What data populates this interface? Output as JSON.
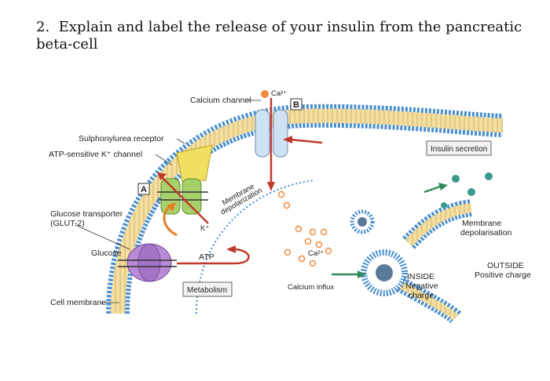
{
  "question": {
    "number": "2.",
    "text": "Explain and label the release of your insulin from the pancreatic beta-cell"
  },
  "diagram": {
    "labels": {
      "calcium_channel": "Calcium channel",
      "ca2_top": "Ca²⁺",
      "box_b": "B",
      "box_a": "A",
      "sulphonylurea_receptor": "Sulphonylurea receptor",
      "atp_k_channel": "ATP-sensitive K⁺ channel",
      "glucose_transporter_1": "Glucose transporter",
      "glucose_transporter_2": "(GLUT-2)",
      "glucose": "Glucose",
      "cell_membrane": "Cell membrane",
      "k_plus": "K⁺",
      "atp": "ATP",
      "metabolism": "Metabolism",
      "membrane_depol_1": "Membrane",
      "membrane_depol_2": "depolarization",
      "ca2_inside": "Ca²⁺",
      "calcium_influx": "Calcium influx",
      "insulin_secretion": "Insulin secretion",
      "membrane_depolarisation_1": "Membrane",
      "membrane_depolarisation_2": "depolarisation",
      "outside_1": "OUTSIDE",
      "outside_2": "Positive charge",
      "inside_1": "INSIDE",
      "inside_2": "Negative",
      "inside_3": "charge"
    },
    "colors": {
      "membrane_head": "#4a8fd0",
      "membrane_fill": "#f4dfa0",
      "atp_channel": "#f0e060",
      "k_channel": "#a6d16a",
      "glut2": "#b98ad6",
      "ca_channel": "#cfe2f3",
      "calcium": "#f08a3c",
      "insulin": "#3a9a8a",
      "arrow_red": "#c0392b",
      "arrow_orange": "#e67e22",
      "arrow_green": "#2e8b57"
    }
  }
}
